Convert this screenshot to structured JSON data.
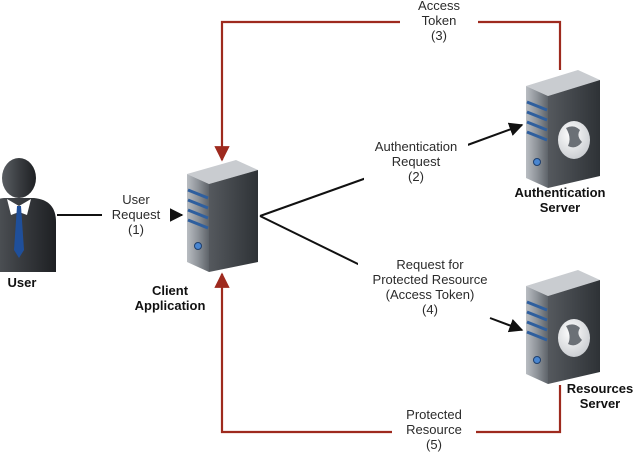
{
  "colors": {
    "loop_arrow": "#9e2a1e",
    "flow_arrow": "#111111",
    "server_body": "#8a8f95",
    "server_stripe": "#2f5f9e",
    "globe": "#f2f2f2"
  },
  "nodes": {
    "user": {
      "label": "User",
      "icon": "person-icon"
    },
    "client": {
      "label_lines": [
        "Client",
        "Application"
      ],
      "icon": "server-icon"
    },
    "auth_server": {
      "label_lines": [
        "Authentication",
        "Server"
      ],
      "icon": "globe-server-icon"
    },
    "resources_server": {
      "label_lines": [
        "Resources",
        "Server"
      ],
      "icon": "globe-server-icon"
    }
  },
  "flows": {
    "user_request": {
      "lines": [
        "User",
        "Request",
        "(1)"
      ]
    },
    "auth_request": {
      "lines": [
        "Authentication",
        "Request",
        "(2)"
      ]
    },
    "access_token": {
      "lines": [
        "Access",
        "Token",
        "(3)"
      ]
    },
    "resource_request": {
      "lines": [
        "Request for",
        "Protected Resource",
        "(Access Token)",
        "(4)"
      ]
    },
    "protected_resource": {
      "lines": [
        "Protected",
        "Resource",
        "(5)"
      ]
    }
  }
}
